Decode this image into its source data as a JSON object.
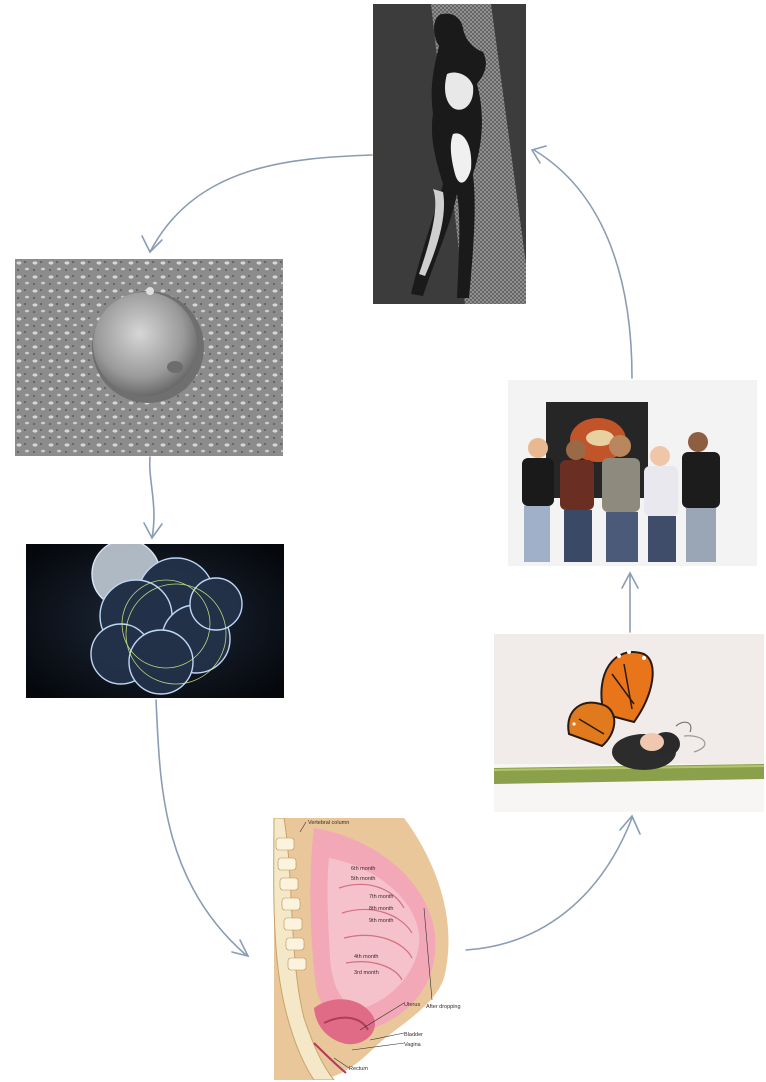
{
  "diagram": {
    "type": "life-cycle",
    "stages": [
      {
        "id": "adult-figure",
        "label": ""
      },
      {
        "id": "egg-cell",
        "label": ""
      },
      {
        "id": "embryo-cells",
        "label": ""
      },
      {
        "id": "pregnancy",
        "label": ""
      },
      {
        "id": "baby-butterfly",
        "label": ""
      },
      {
        "id": "group-photo",
        "label": ""
      }
    ],
    "connections": [
      {
        "from": "adult-figure",
        "to": "egg-cell"
      },
      {
        "from": "egg-cell",
        "to": "embryo-cells"
      },
      {
        "from": "embryo-cells",
        "to": "pregnancy"
      },
      {
        "from": "pregnancy",
        "to": "baby-butterfly"
      },
      {
        "from": "baby-butterfly",
        "to": "group-photo"
      },
      {
        "from": "group-photo",
        "to": "adult-figure"
      }
    ],
    "arrow_color": "#8a9db5"
  },
  "anatomy_labels": {
    "vertebral_column": "Vertebral column",
    "week_labels": [
      "6th month",
      "5th month",
      "7th month",
      "8th month",
      "9th month",
      "4th month",
      "3rd month"
    ],
    "after_dropping": "After dropping",
    "uterus": "Uterus",
    "bladder": "Bladder",
    "vagina": "Vagina",
    "rectum": "Rectum"
  }
}
